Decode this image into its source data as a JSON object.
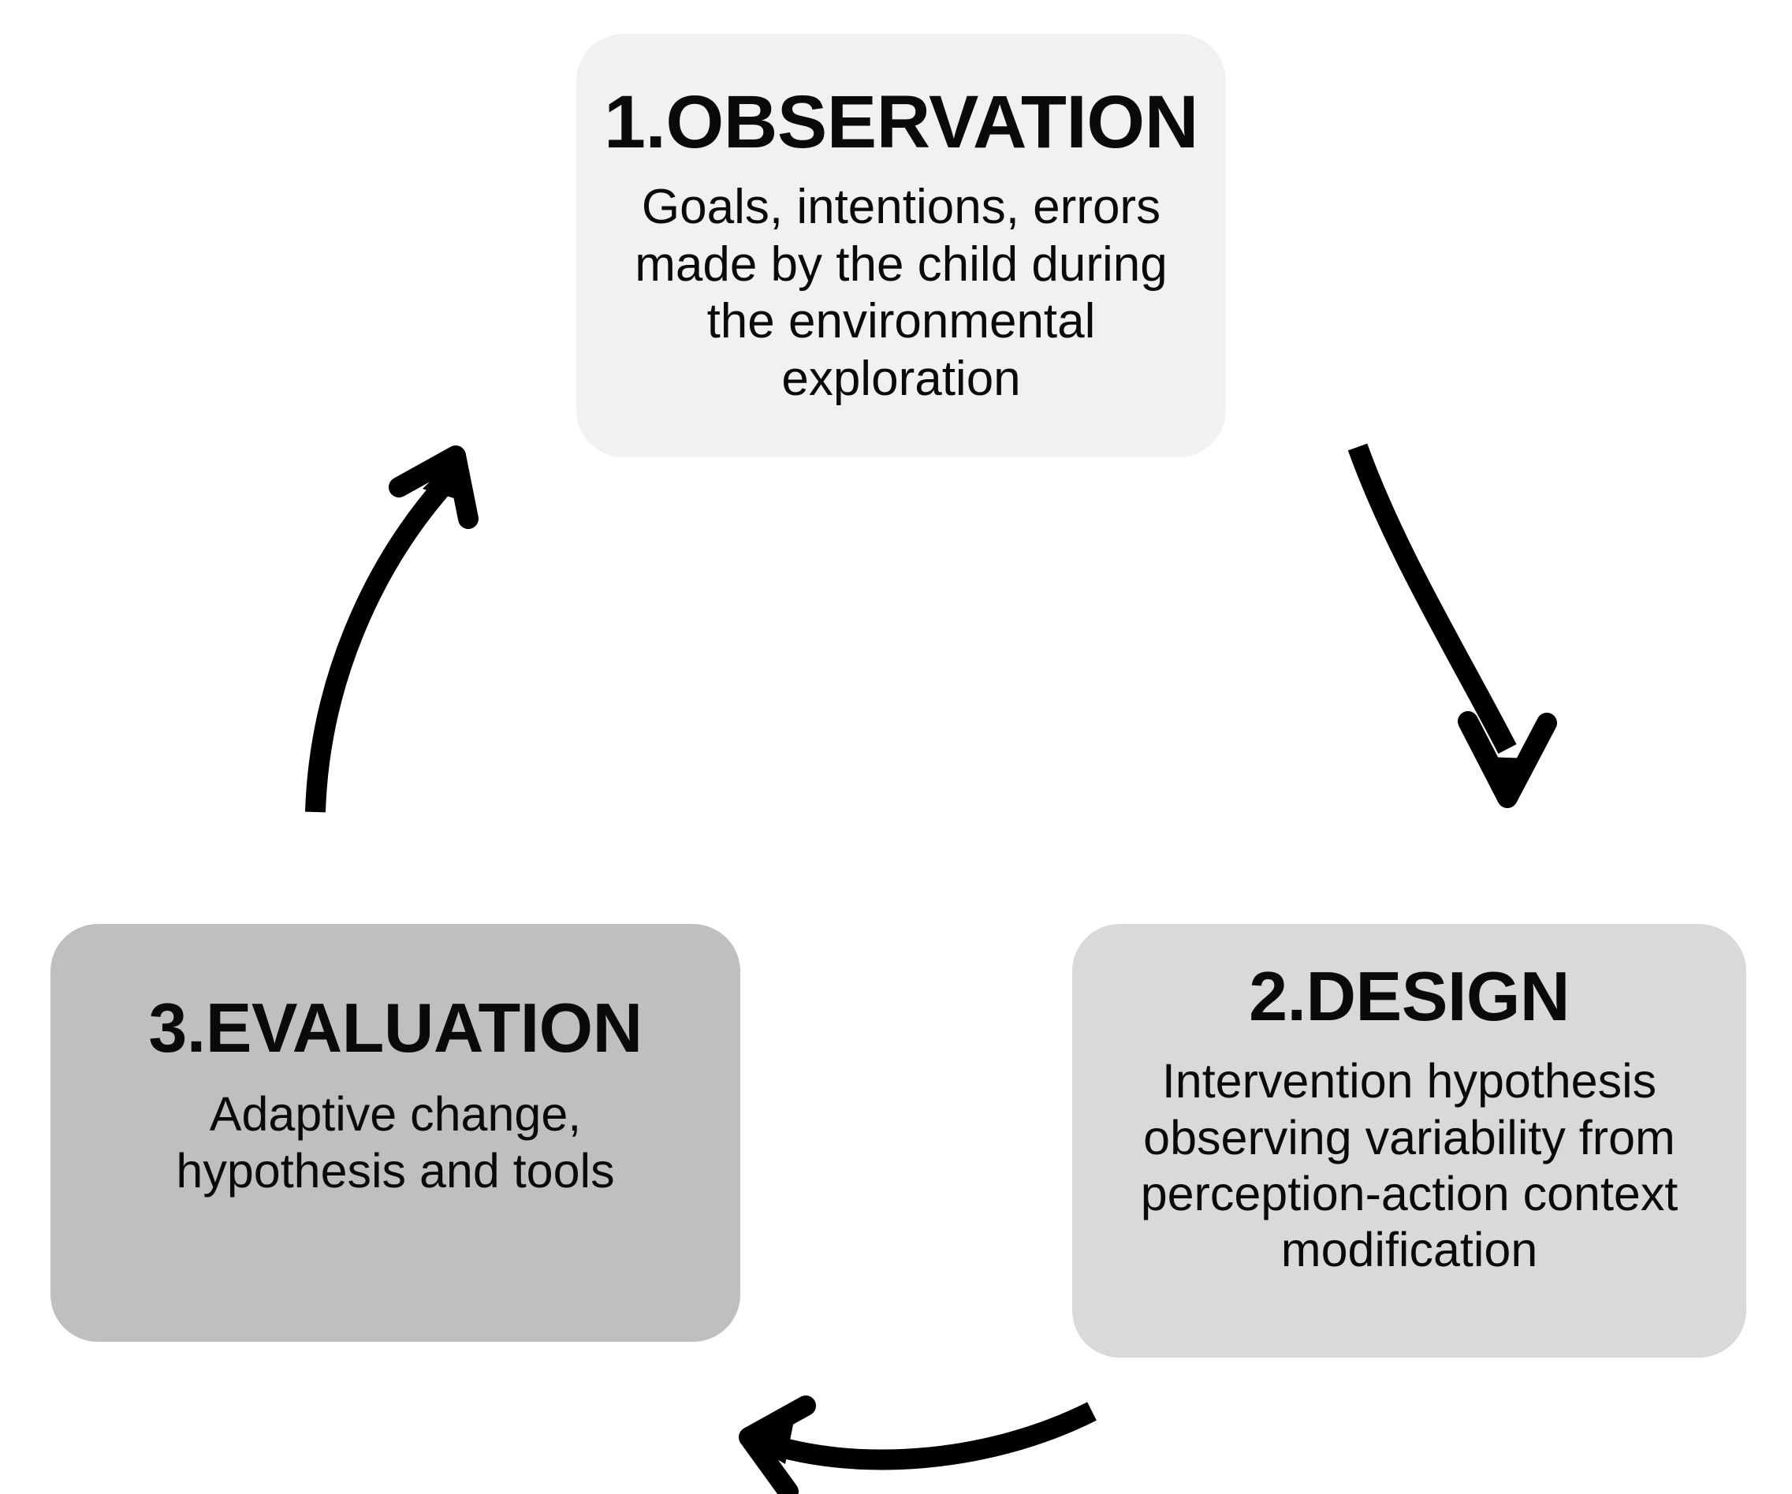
{
  "diagram": {
    "type": "cyclical-process",
    "background_color": "#ffffff",
    "stages": [
      {
        "id": "observation",
        "title": "1.OBSERVATION",
        "description": "Goals, intentions, errors made by the child during the environmental exploration",
        "fill_color": "#f1f1f1",
        "position": "top-center"
      },
      {
        "id": "design",
        "title": "2.DESIGN",
        "description": "Intervention hypothesis observing variability from perception-action context modification",
        "fill_color": "#d9d9d9",
        "position": "bottom-right"
      },
      {
        "id": "evaluation",
        "title": "3.EVALUATION",
        "description": "Adaptive change, hypothesis and tools",
        "fill_color": "#bfbfbf",
        "position": "bottom-left"
      }
    ],
    "arrows": [
      {
        "id": "observation-to-design",
        "from": "observation",
        "to": "design",
        "direction": "down-right",
        "color": "#000000"
      },
      {
        "id": "design-to-evaluation",
        "from": "design",
        "to": "evaluation",
        "direction": "left",
        "color": "#000000"
      },
      {
        "id": "evaluation-to-observation",
        "from": "evaluation",
        "to": "observation",
        "direction": "up-right",
        "color": "#000000"
      }
    ]
  }
}
